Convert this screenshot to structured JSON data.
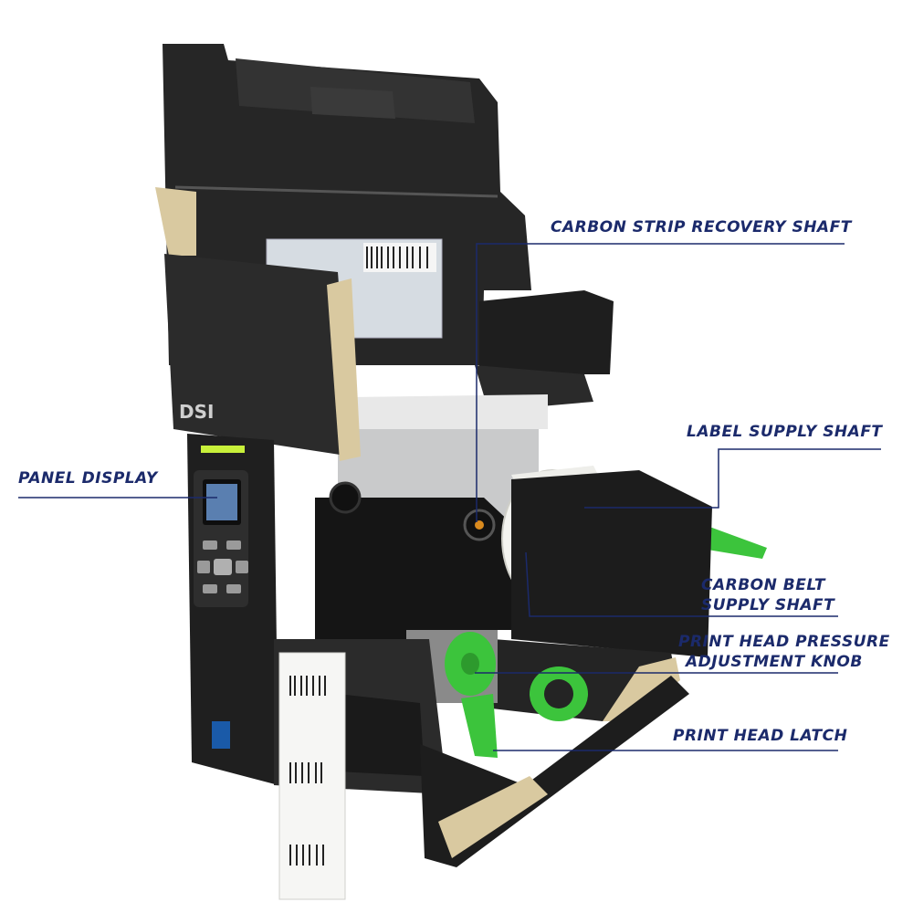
{
  "brand": "DSI",
  "callouts": {
    "carbon_strip_recovery_shaft": "CARBON STRIP RECOVERY SHAFT",
    "label_supply_shaft": "LABEL SUPPLY SHAFT",
    "panel_display": "PANEL DISPLAY",
    "carbon_belt_supply_shaft": [
      "CARBON BELT",
      "SUPPLY SHAFT"
    ],
    "print_head_pressure_knob": [
      "PRINT HEAD PRESSURE",
      "ADJUSTMENT KNOB"
    ],
    "print_head_latch": "PRINT HEAD LATCH"
  },
  "colors": {
    "callout_text": "#1b2a6b",
    "leader_line": "#1b2a6b",
    "printer_body": "#1f1f1f",
    "accent_green": "#3cc43c",
    "label_roll": "#f4f4f0"
  }
}
